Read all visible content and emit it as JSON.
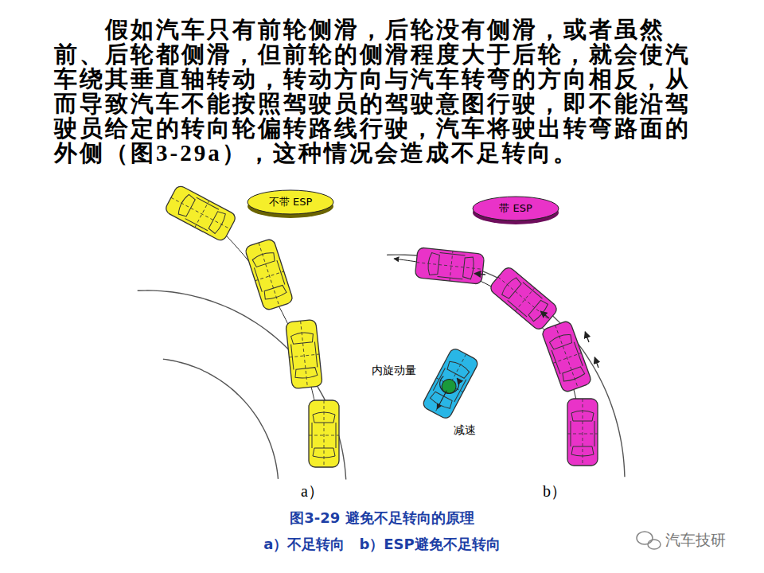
{
  "diagram": {
    "caption": "图3-29 避免不足转向的原理",
    "nodes": [
      {
        "text": [
          "不带 ESP"
        ]
      },
      {
        "text": [
          "带 ESP"
        ]
      }
    ],
    "labels": [
      "假如汽车只有前轮侧滑，后轮没有侧滑，或者虽然前、后轮都侧滑，但前轮的侧滑程度大于后轮，就会使汽车绕其垂直轴转动，转动方向与汽车转弯的方向相反，从而导致汽车不能按照驾驶员的驾驶意图行驶，即不能沿驾驶员给定的转向轮偏转路线行驶，汽车将驶出转弯路面的外侧（图3-29a），这种情况会造成不足转向。",
      "a）",
      "b）",
      "内旋动量",
      "减速",
      "a）不足转向　b）ESP避免不足转向",
      "汽车技研"
    ]
  }
}
